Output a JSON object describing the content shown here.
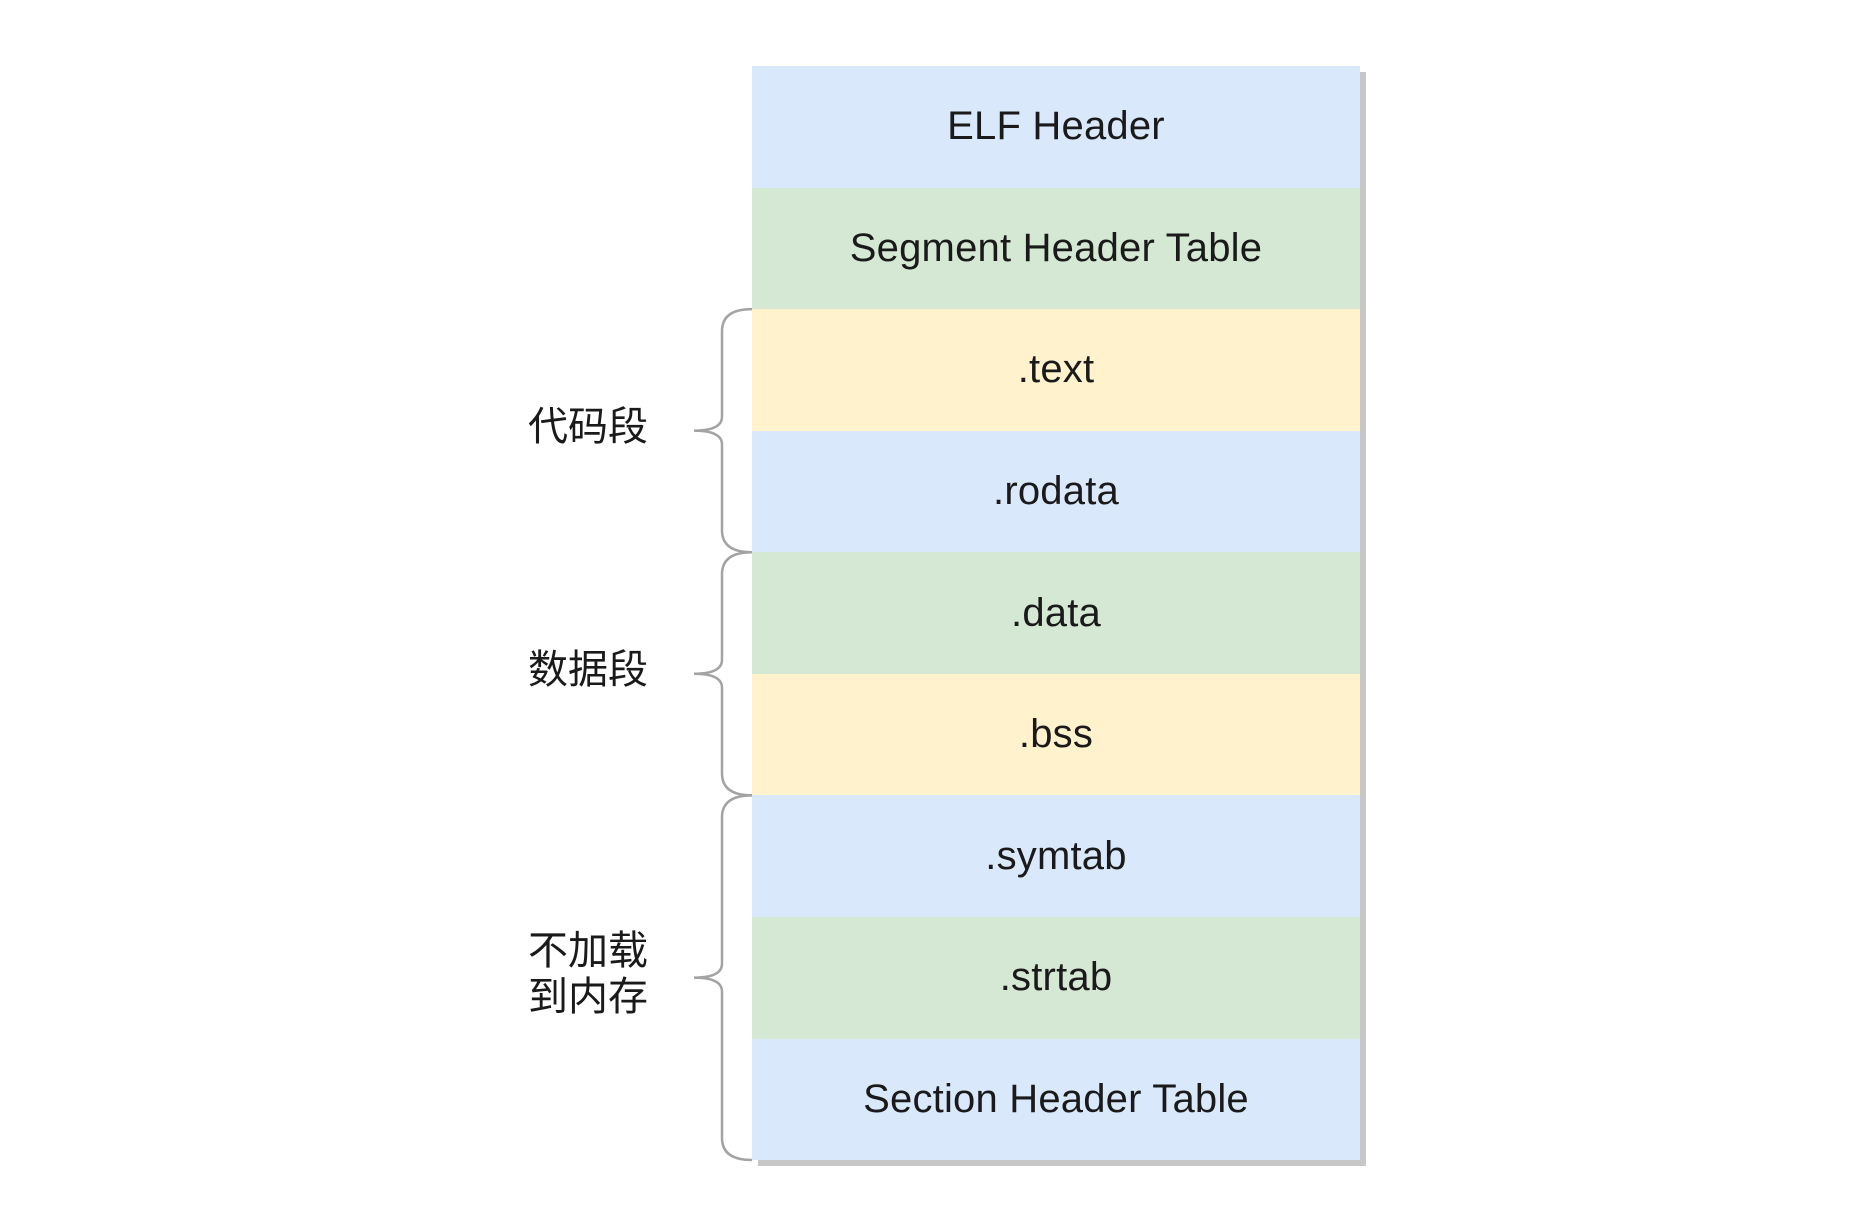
{
  "diagram": {
    "sections": [
      {
        "label": "ELF Header",
        "color": "#dae8fc"
      },
      {
        "label": "Segment Header Table",
        "color": "#d5e8d4"
      },
      {
        "label": ".text",
        "color": "#fff2cc"
      },
      {
        "label": ".rodata",
        "color": "#dae8fc"
      },
      {
        "label": ".data",
        "color": "#d5e8d4"
      },
      {
        "label": ".bss",
        "color": "#fff2cc"
      },
      {
        "label": ".symtab",
        "color": "#dae8fc"
      },
      {
        "label": ".strtab",
        "color": "#d5e8d4"
      },
      {
        "label": "Section Header Table",
        "color": "#dae8fc"
      }
    ],
    "groups": [
      {
        "label_lines": [
          "代码段"
        ],
        "first_section": 2,
        "last_section": 3
      },
      {
        "label_lines": [
          "数据段"
        ],
        "first_section": 4,
        "last_section": 5
      },
      {
        "label_lines": [
          "不加载",
          "到内存"
        ],
        "first_section": 6,
        "last_section": 8
      }
    ],
    "brace_color": "#a3a3a3"
  }
}
